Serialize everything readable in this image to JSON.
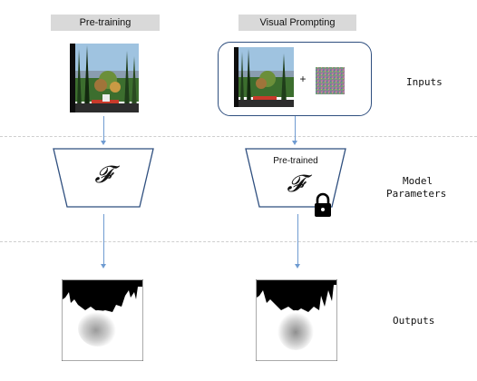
{
  "columns": {
    "pretraining_label": "Pre-training",
    "visual_prompting_label": "Visual Prompting"
  },
  "rows": {
    "inputs_label": "Inputs",
    "model_params_line1": "Model",
    "model_params_line2": "Parameters",
    "outputs_label": "Outputs"
  },
  "model": {
    "function_symbol": "𝓕",
    "pretrained_label": "Pre-trained"
  },
  "inputs": {
    "plus_sign": "+"
  },
  "colors": {
    "arrow": "#6f9bd1",
    "prompt_box_border": "#2f4f7f",
    "tag_bg": "#d9d9d9"
  }
}
